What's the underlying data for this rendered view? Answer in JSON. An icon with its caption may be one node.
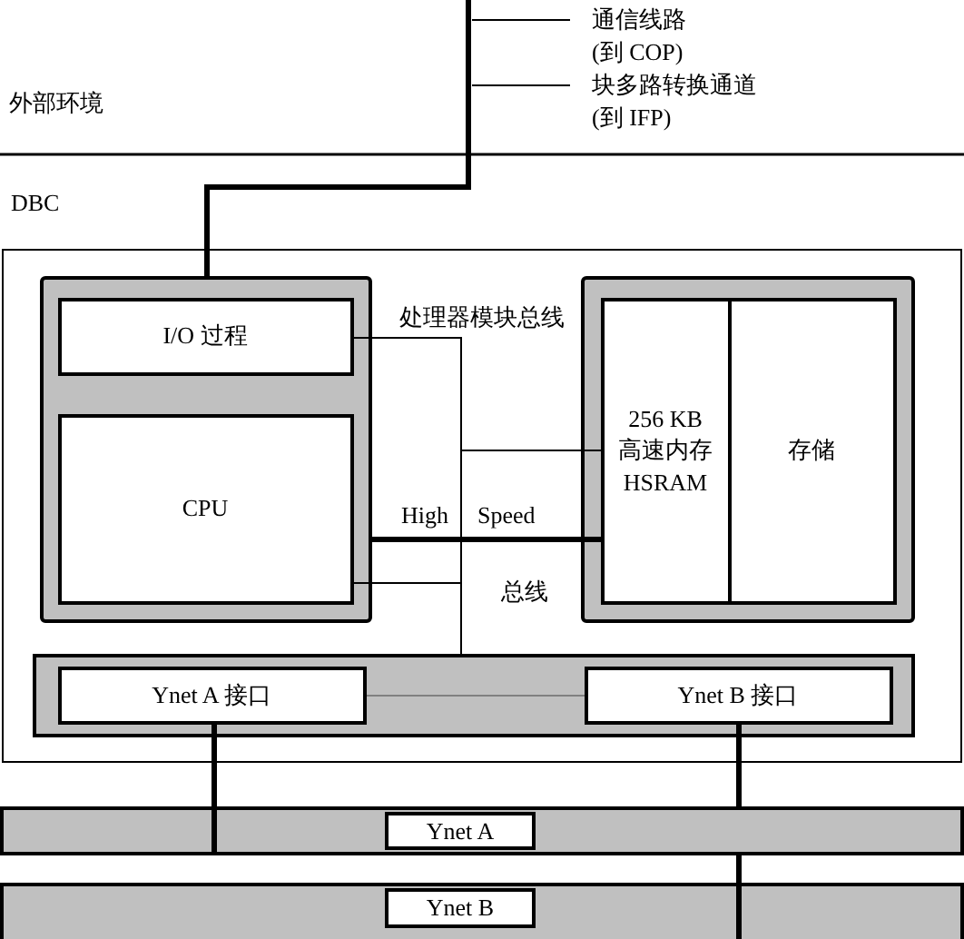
{
  "diagram": {
    "nodes": [
      {
        "text": [
          "DBC"
        ]
      },
      {
        "text": [],
        "shape": "box",
        "in": 0
      },
      {
        "text": [
          "I/O 过程"
        ],
        "in": 1
      },
      {
        "text": [
          "CPU"
        ],
        "in": 1
      },
      {
        "text": [],
        "shape": "box",
        "in": 0
      },
      {
        "text": [
          "256 KB 高速内存 HSRAM"
        ],
        "in": 4
      },
      {
        "text": [
          "存储"
        ],
        "in": 4
      },
      {
        "text": [],
        "shape": "bar",
        "in": 0
      },
      {
        "text": [
          "Ynet A 接口"
        ],
        "in": 7
      },
      {
        "text": [
          "Ynet B 接口"
        ],
        "in": 7
      },
      {
        "text": [],
        "shape": "bar"
      },
      {
        "text": [
          "Ynet A"
        ],
        "in": 10
      },
      {
        "text": [],
        "shape": "bar"
      },
      {
        "text": [
          "Ynet B"
        ],
        "in": 12
      },
      {
        "text": [
          "通信线路 (到 COP)"
        ]
      },
      {
        "text": [
          "块多路转换通道 (到 IFP)"
        ]
      }
    ],
    "edges": [
      {
        "from": null,
        "to": 1,
        "arrow": "none",
        "style": "thick"
      },
      {
        "from": 14,
        "to": null,
        "arrow": "none"
      },
      {
        "from": 15,
        "to": null,
        "arrow": "none"
      },
      {
        "from": 2,
        "to": 7,
        "arrow": "none"
      },
      {
        "from": 3,
        "to": 7,
        "arrow": "none"
      },
      {
        "from": 5,
        "to": 7,
        "arrow": "none"
      },
      {
        "from": 1,
        "to": 5,
        "arrow": "none",
        "style": "thick"
      },
      {
        "from": 8,
        "to": 9,
        "arrow": "none",
        "color": "#808080"
      },
      {
        "from": 8,
        "to": 10,
        "arrow": "none",
        "style": "thick"
      },
      {
        "from": 9,
        "to": 10,
        "arrow": "none",
        "style": "thick"
      },
      {
        "from": 10,
        "to": 12,
        "arrow": "none",
        "style": "thick"
      }
    ],
    "labels": [
      "外部环境",
      "处理器模块总线",
      "High",
      "Speed",
      "总线"
    ]
  }
}
